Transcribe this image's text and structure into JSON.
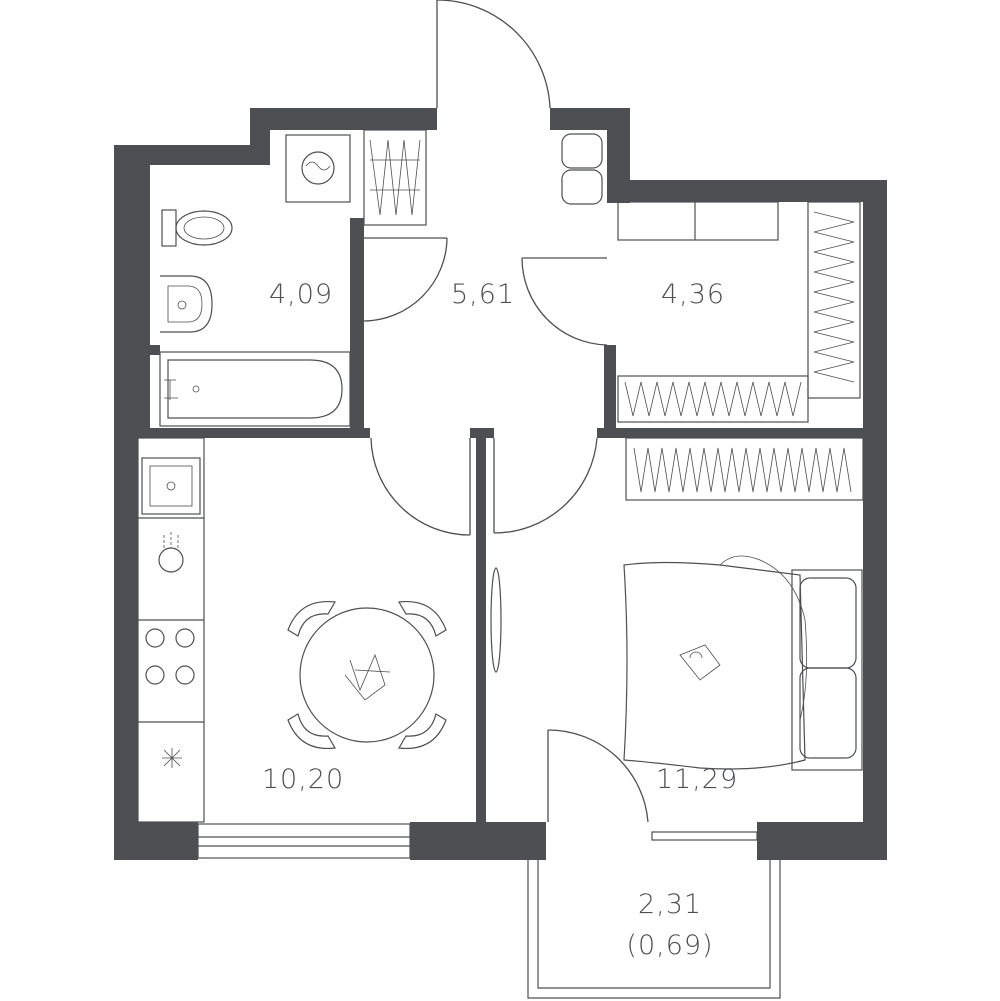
{
  "rooms": {
    "bathroom": {
      "area": "4,09"
    },
    "hallway": {
      "area": "5,61"
    },
    "storage": {
      "area": "4,36"
    },
    "kitchen": {
      "area": "10,20"
    },
    "bedroom": {
      "area": "11,29"
    },
    "balcony": {
      "area": "2,31",
      "reduced_area": "(0,69)"
    }
  },
  "colors": {
    "walls": "#4d4f53",
    "background": "#ffffff",
    "lines": "#4d4f53"
  }
}
